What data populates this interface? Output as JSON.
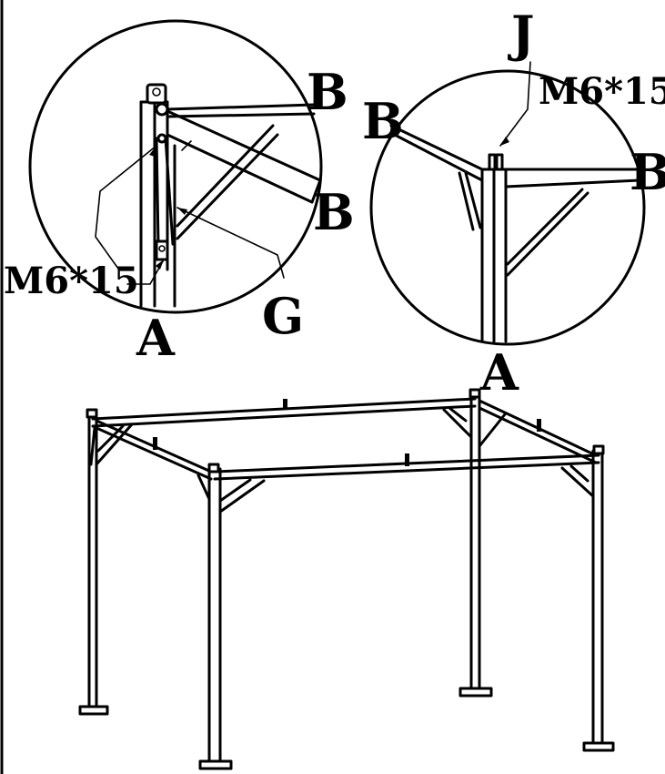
{
  "labels": {
    "left_detail": {
      "top_beam": "B",
      "side_beam": "B",
      "screw": "M6*15",
      "brace": "G",
      "post": "A"
    },
    "right_detail": {
      "pin": "J",
      "screw": "M6*15",
      "left_beam": "B",
      "right_beam": "B",
      "post": "A"
    }
  },
  "colors": {
    "line": "#000000",
    "background": "#ffffff"
  }
}
